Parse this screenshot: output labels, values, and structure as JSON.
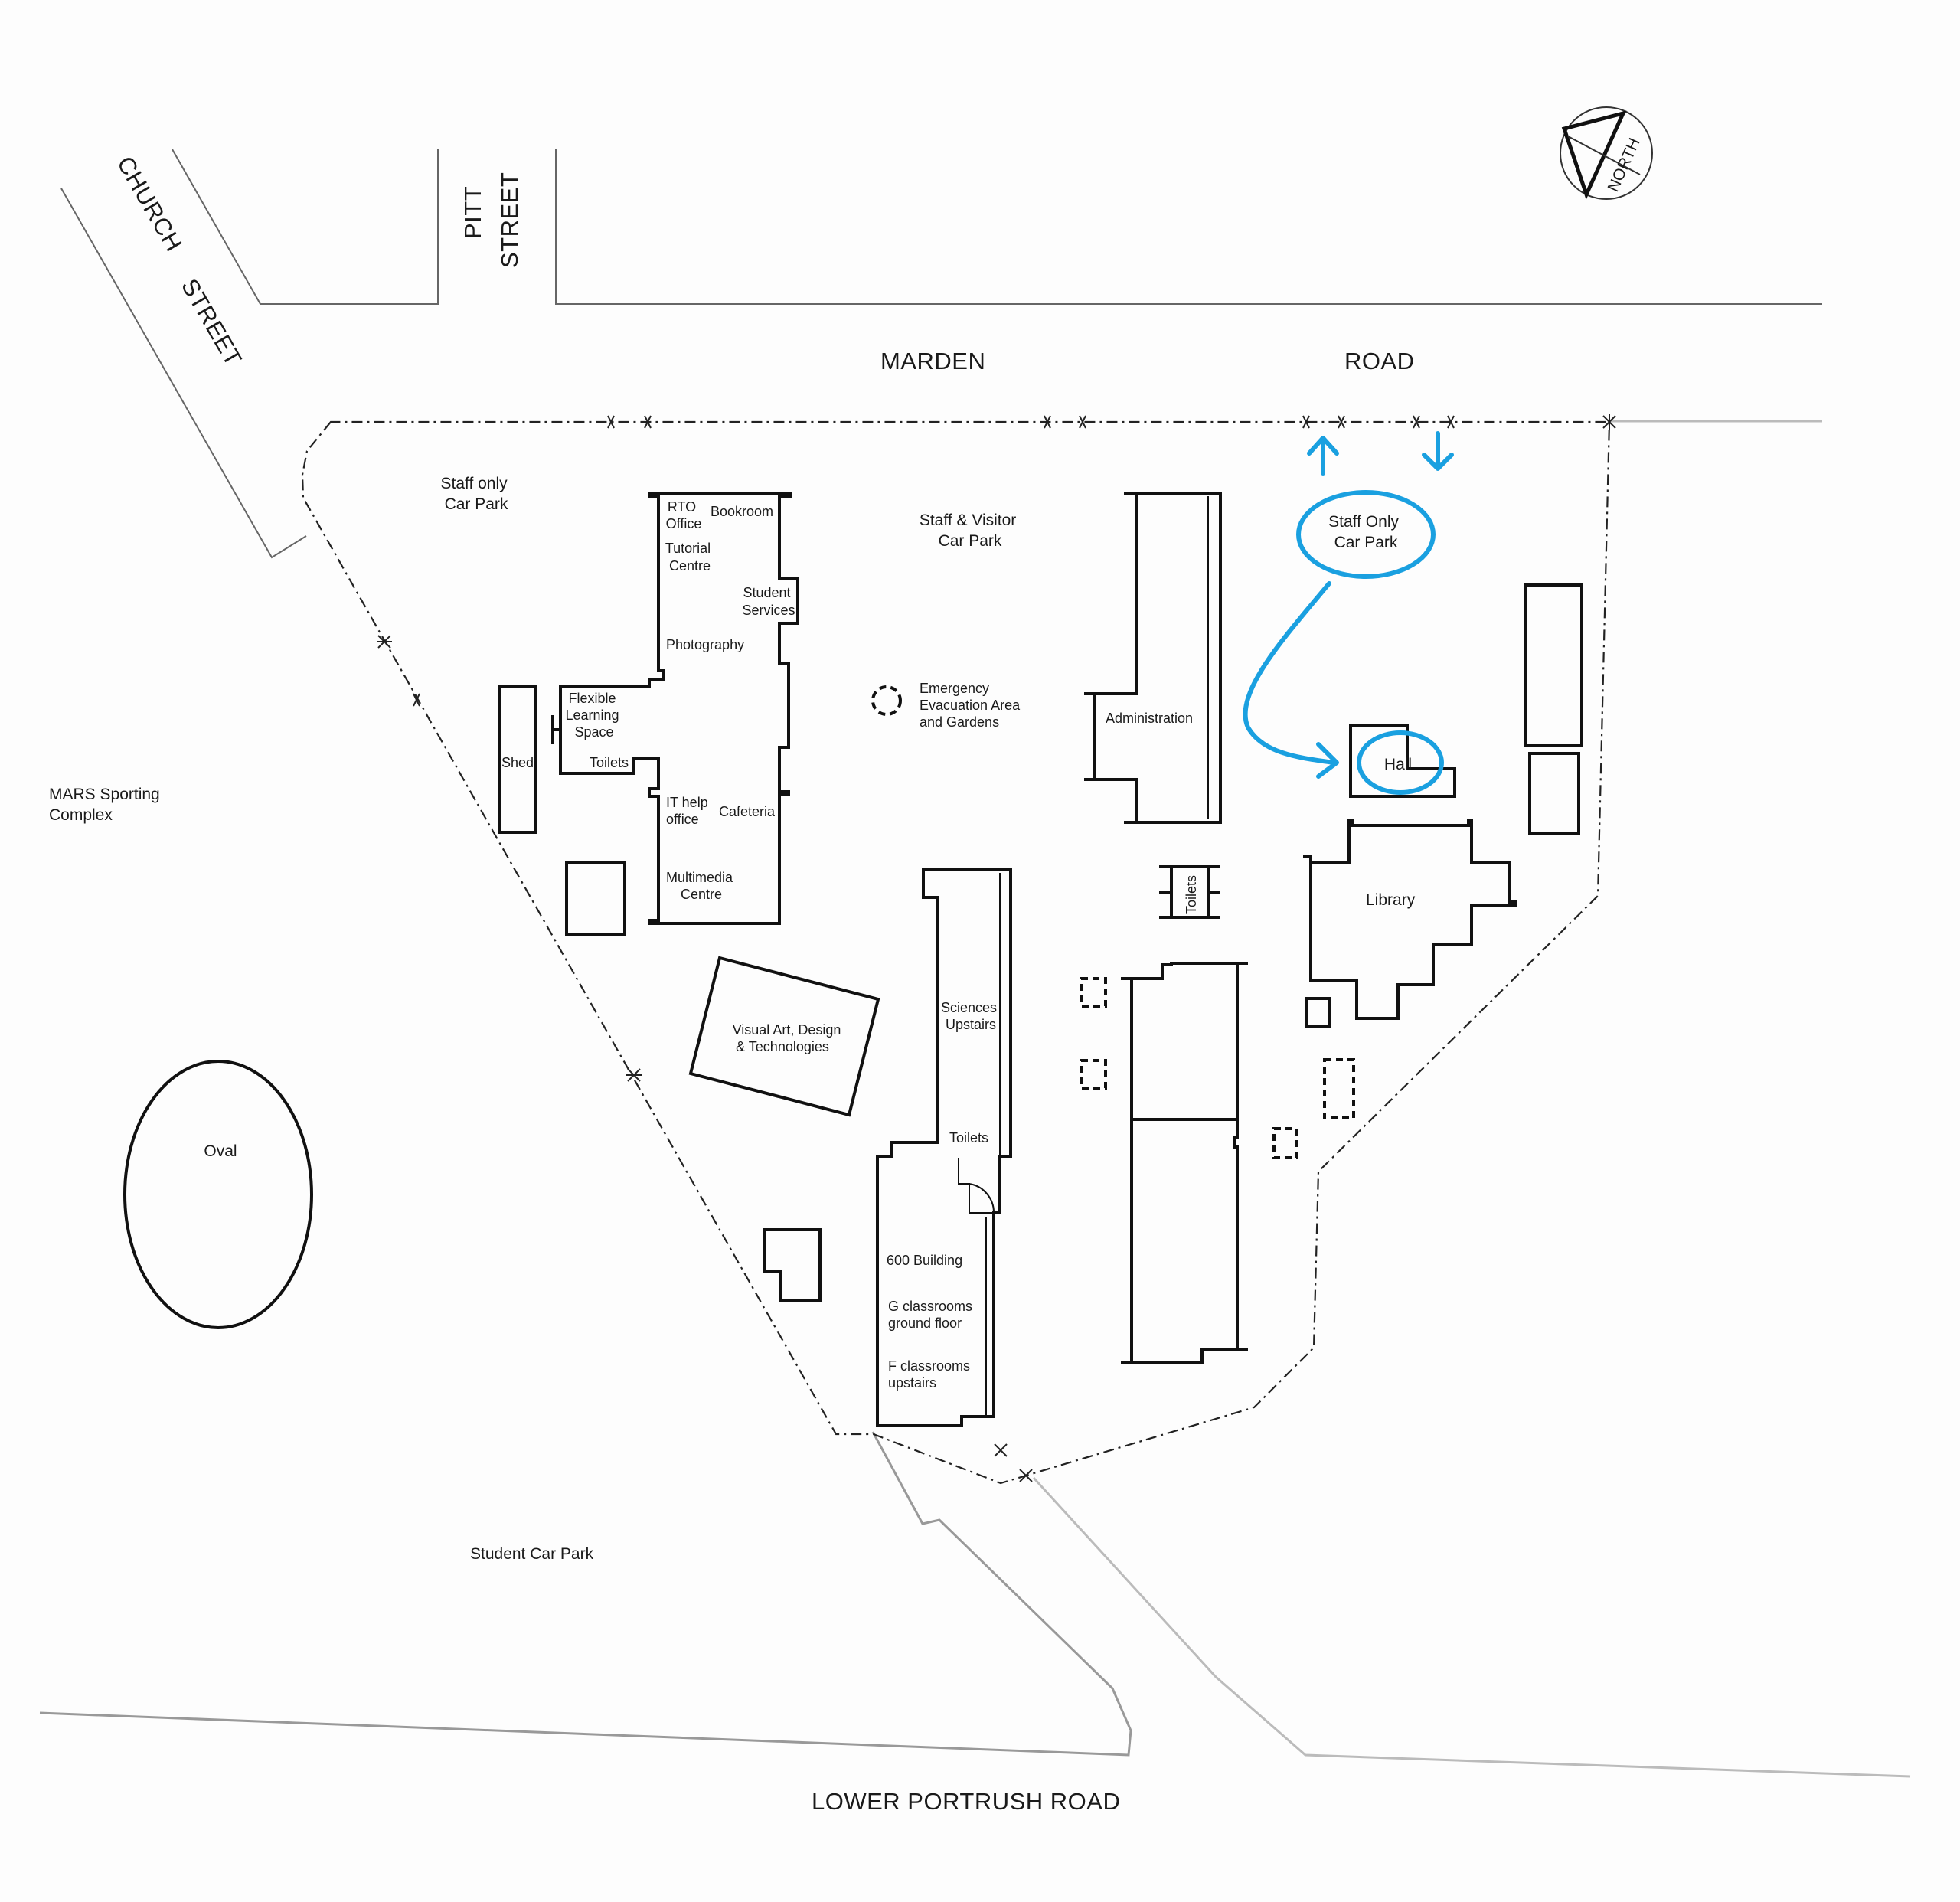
{
  "roads": {
    "church_street_1": "CHURCH",
    "church_street_2": "STREET",
    "pitt_street_1": "PITT",
    "pitt_street_2": "STREET",
    "marden": "MARDEN",
    "road": "ROAD",
    "lower_portrush": "LOWER PORTRUSH ROAD"
  },
  "compass": {
    "label": "NORTH"
  },
  "areas": {
    "staff_only_car_park_west": [
      "Staff only",
      "Car Park"
    ],
    "staff_visitor_car_park": [
      "Staff & Visitor",
      "Car Park"
    ],
    "staff_only_car_park_east": [
      "Staff Only",
      "Car Park"
    ],
    "emergency": [
      "Emergency",
      "Evacuation Area",
      "and Gardens"
    ],
    "mars": [
      "MARS Sporting",
      "Complex"
    ],
    "oval": "Oval",
    "student_car_park": "Student Car Park"
  },
  "main_building": {
    "rto": [
      "RTO",
      "Office"
    ],
    "bookroom": "Bookroom",
    "tutorial": [
      "Tutorial",
      "Centre"
    ],
    "student_services": [
      "Student",
      "Services"
    ],
    "photography": "Photography",
    "flexible": [
      "Flexible",
      "Learning",
      "Space"
    ],
    "toilets": "Toilets",
    "it_help": [
      "IT help",
      "office"
    ],
    "cafeteria": "Cafeteria",
    "multimedia": [
      "Multimedia",
      "Centre"
    ]
  },
  "buildings": {
    "shed": "Shed",
    "visual_art": [
      "Visual Art, Design",
      "& Technologies"
    ],
    "administration": "Administration",
    "toilets_small": "Toilets",
    "hall": "Hall",
    "library": "Library",
    "sciences": [
      "Sciences",
      "Upstairs"
    ],
    "science_toilets": "Toilets",
    "building_600": "600 Building",
    "g_classrooms": [
      "G classrooms",
      "ground floor"
    ],
    "f_classrooms": [
      "F classrooms",
      "upstairs"
    ]
  },
  "colors": {
    "annotation": "#1aa0e0",
    "linework": "#111111",
    "road_edge": "#999999",
    "background": "#fdfdfd"
  },
  "annotations": {
    "entry_arrow": "up-arrow-icon",
    "exit_arrow": "down-arrow-icon",
    "route_arrow": "curved-arrow-icon",
    "highlighted": [
      "Staff Only Car Park",
      "Hall"
    ]
  }
}
